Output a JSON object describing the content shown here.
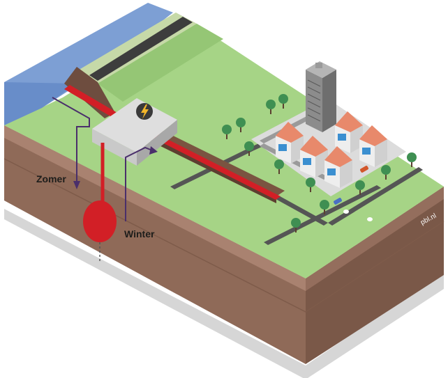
{
  "labels": {
    "summer": "Zomer",
    "winter": "Winter",
    "credit": "pbl.nl"
  },
  "icons": {
    "power_plant_symbol": "lightning-bolt-icon"
  },
  "colors": {
    "water": "#7d9fd4",
    "grass": "#a6d486",
    "soil": "#8f6a58",
    "soil_dark": "#6e4d3f",
    "pipe_hot": "#d21f26",
    "flow_arrow": "#4a2f6b",
    "roof": "#e8896b",
    "tree": "#3f8f52"
  }
}
